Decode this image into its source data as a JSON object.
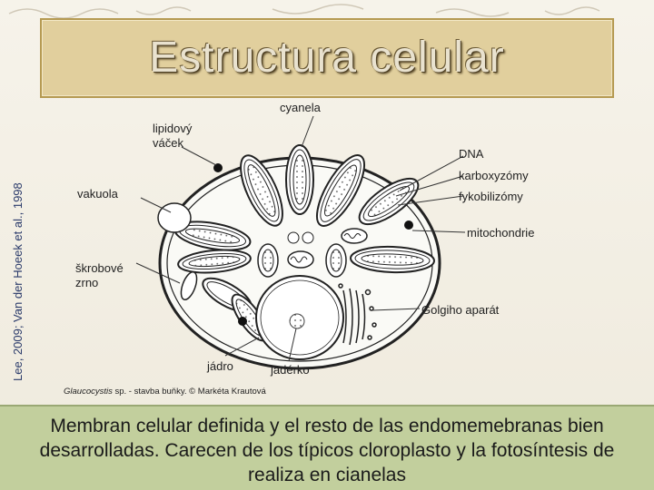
{
  "slide": {
    "title": "Estructura celular",
    "credit": "Lee, 2009; Van der Hoeek et al., 1998",
    "caption": "Membran celular definida y el resto de las endomemebranas bien desarrolladas. Carecen de los típicos cloroplasto y la fotosíntesis de realiza en cianelas"
  },
  "diagram": {
    "labels": {
      "cyanela": "cyanela",
      "lipid_line1": "lipidový",
      "lipid_line2": "váček",
      "dna": "DNA",
      "karboxyzomy": "karboxyzómy",
      "fykobilizomy": "fykobilizómy",
      "vakuola": "vakuola",
      "mitochondrie": "mitochondrie",
      "skrob_line1": "škrobové",
      "skrob_line2": "zrno",
      "golgi": "Golgiho aparát",
      "jadro": "jádro",
      "jaderko": "jadérko"
    },
    "caption_italic": "Glaucocystis",
    "caption_rest": " sp. - stavba buňky. © Markéta Krautová"
  },
  "colors": {
    "title_bg": "#e1cf9d",
    "caption_bg": "#c2cf9d"
  }
}
